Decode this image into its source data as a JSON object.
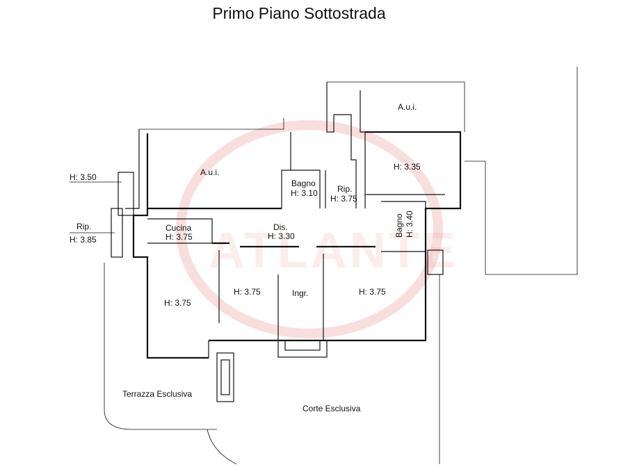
{
  "title": "Primo Piano Sottostrada",
  "rooms": [
    {
      "name": "aui-left",
      "label": "A.u.i.",
      "height": ""
    },
    {
      "name": "aui-right",
      "label": "A.u.i.",
      "height": ""
    },
    {
      "name": "bagno-1",
      "label": "Bagno",
      "height": "H: 3.10"
    },
    {
      "name": "rip-center",
      "label": "Rip.",
      "height": "H: 3.75"
    },
    {
      "name": "room-topright",
      "label": "",
      "height": "H: 3.35"
    },
    {
      "name": "bagno-2",
      "label": "Bagno",
      "height": "H: 3.40"
    },
    {
      "name": "cucina",
      "label": "Cucina",
      "height": "H: 3.75"
    },
    {
      "name": "dis",
      "label": "Dis.",
      "height": "H: 3.30"
    },
    {
      "name": "room-left",
      "label": "",
      "height": "H: 3.75"
    },
    {
      "name": "room-center-left",
      "label": "",
      "height": "H: 3.75"
    },
    {
      "name": "ingr",
      "label": "Ingr.",
      "height": ""
    },
    {
      "name": "room-right",
      "label": "",
      "height": "H: 3.75"
    },
    {
      "name": "terrazza",
      "label": "Terrazza Esclusiva",
      "height": ""
    },
    {
      "name": "corte",
      "label": "Corte Esclusiva",
      "height": ""
    }
  ],
  "side_labels": {
    "h350": "H: 3.50",
    "rip": "Rip.",
    "h385": "H: 3.85"
  }
}
